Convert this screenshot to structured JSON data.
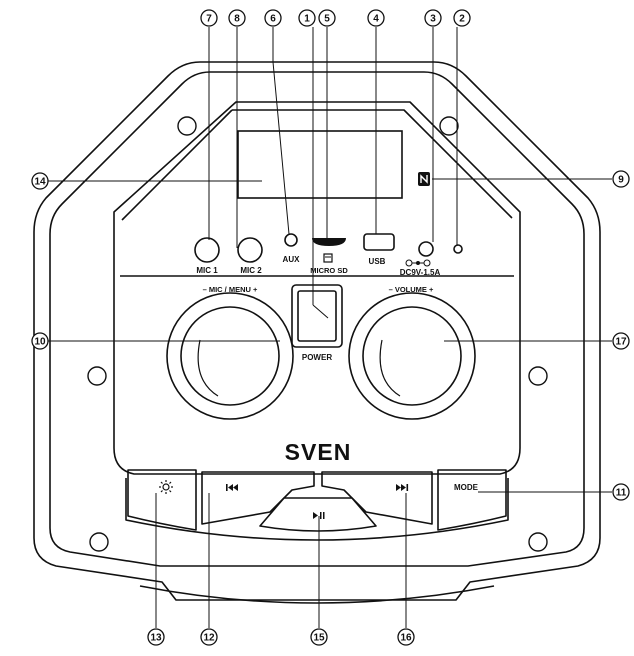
{
  "brand": "SVEN",
  "labels": {
    "mic1": "MIC 1",
    "mic2": "MIC 2",
    "aux": "AUX",
    "microsd": "MICRO SD",
    "usb": "USB",
    "dc": "DC9V-1.5A",
    "power": "POWER",
    "mic_menu": "–  MIC / MENU  +",
    "volume": "–  VOLUME  +",
    "mode": "MODE"
  },
  "callouts": {
    "c1": "1",
    "c2": "2",
    "c3": "3",
    "c4": "4",
    "c5": "5",
    "c6": "6",
    "c7": "7",
    "c8": "8",
    "c9": "9",
    "c10": "10",
    "c11": "11",
    "c12": "12",
    "c13": "13",
    "c14": "14",
    "c15": "15",
    "c16": "16",
    "c17": "17"
  },
  "icons": {
    "light": "sun-icon",
    "prev": "previous-track-icon",
    "play": "play-pause-icon",
    "next": "next-track-icon",
    "nfc": "nfc-icon"
  },
  "colors": {
    "line": "#111111",
    "background": "#ffffff"
  }
}
